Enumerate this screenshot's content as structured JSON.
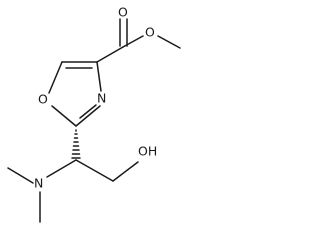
{
  "molecule": {
    "atoms": {
      "carbonyl_o": "O",
      "ester_o": "O",
      "ring_o": "O",
      "ring_n": "N",
      "amine_n": "N",
      "hydroxyl": "OH"
    }
  }
}
